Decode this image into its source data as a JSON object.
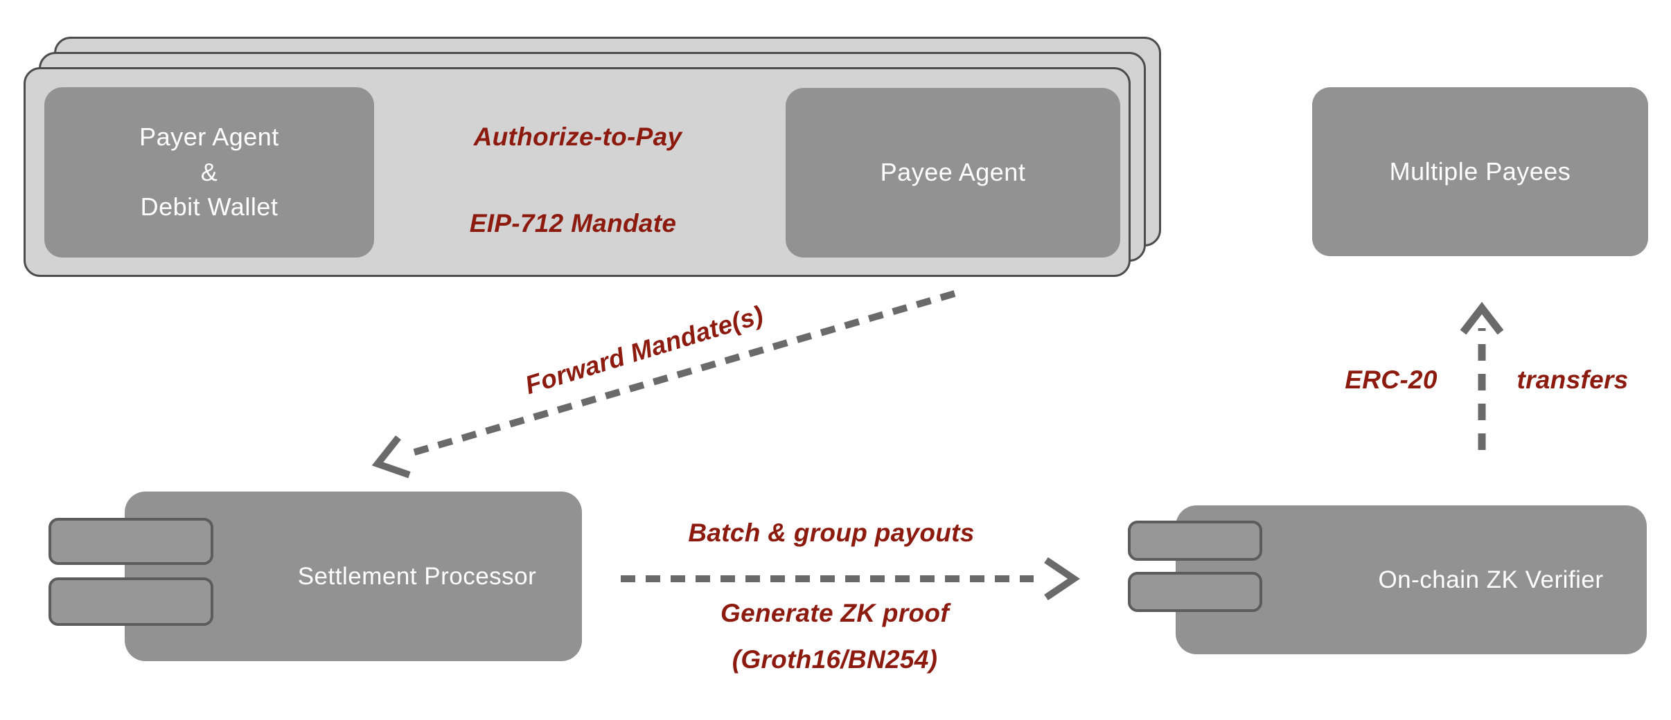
{
  "colors": {
    "background": "#ffffff",
    "card_fill": "#d3d3d3",
    "card_border": "#4c4c4c",
    "node_fill": "#929292",
    "node_text": "#ffffff",
    "tab_fill": "#979797",
    "tab_border": "#5c5c5c",
    "arrow": "#6a6a6a",
    "accent_red": "#8c1a0e"
  },
  "nodes": {
    "payer_agent": {
      "label": "Payer Agent\n&\nDebit Wallet"
    },
    "payee_agent": {
      "label": "Payee Agent"
    },
    "multiple_payees": {
      "label": "Multiple Payees"
    },
    "settlement_processor": {
      "label": "Settlement Processor"
    },
    "onchain_zk_verifier": {
      "label": "On-chain ZK Verifier"
    }
  },
  "edges": {
    "authorize_to_pay": {
      "label_top": "Authorize-to-Pay",
      "label_bottom": "EIP-712 Mandate"
    },
    "forward_mandate": {
      "label": "Forward Mandate(s)"
    },
    "batch_payouts": {
      "label_top": "Batch & group payouts",
      "label_bottom_line1": "Generate ZK proof",
      "label_bottom_line2": "(Groth16/BN254)"
    },
    "erc20_transfers": {
      "label_left": "ERC-20",
      "label_right": "transfers"
    }
  }
}
